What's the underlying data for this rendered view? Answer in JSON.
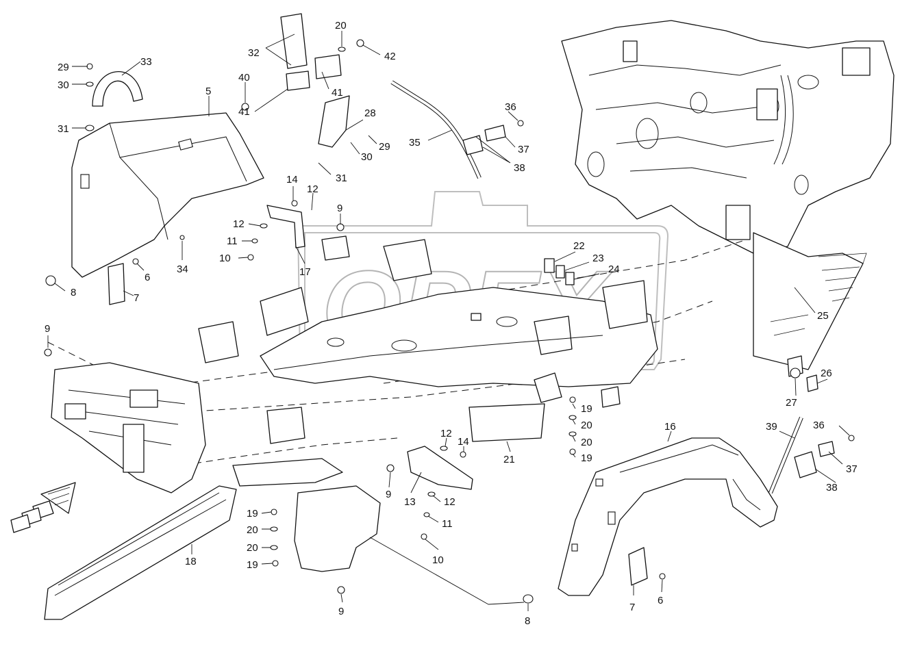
{
  "watermark": {
    "text": "OPEX"
  },
  "callouts": [
    {
      "id": "c1",
      "text": "29"
    },
    {
      "id": "c2",
      "text": "30"
    },
    {
      "id": "c3",
      "text": "31"
    },
    {
      "id": "c4",
      "text": "33"
    },
    {
      "id": "c5",
      "text": "5"
    },
    {
      "id": "c6",
      "text": "34"
    },
    {
      "id": "c7",
      "text": "6"
    },
    {
      "id": "c8",
      "text": "7"
    },
    {
      "id": "c9",
      "text": "8"
    },
    {
      "id": "c10",
      "text": "32"
    },
    {
      "id": "c11",
      "text": "20"
    },
    {
      "id": "c12",
      "text": "42"
    },
    {
      "id": "c13",
      "text": "40"
    },
    {
      "id": "c14",
      "text": "41"
    },
    {
      "id": "c15",
      "text": "41"
    },
    {
      "id": "c16",
      "text": "28"
    },
    {
      "id": "c17",
      "text": "29"
    },
    {
      "id": "c18",
      "text": "30"
    },
    {
      "id": "c19",
      "text": "31"
    },
    {
      "id": "c20",
      "text": "35"
    },
    {
      "id": "c21",
      "text": "36"
    },
    {
      "id": "c22",
      "text": "37"
    },
    {
      "id": "c23",
      "text": "38"
    },
    {
      "id": "c24",
      "text": "14"
    },
    {
      "id": "c25",
      "text": "12"
    },
    {
      "id": "c26",
      "text": "9"
    },
    {
      "id": "c27",
      "text": "12"
    },
    {
      "id": "c28",
      "text": "11"
    },
    {
      "id": "c29",
      "text": "10"
    },
    {
      "id": "c30",
      "text": "17"
    },
    {
      "id": "c31",
      "text": "22"
    },
    {
      "id": "c32",
      "text": "23"
    },
    {
      "id": "c33",
      "text": "24"
    },
    {
      "id": "c34",
      "text": "25"
    },
    {
      "id": "c35",
      "text": "26"
    },
    {
      "id": "c36",
      "text": "27"
    },
    {
      "id": "c37",
      "text": "9"
    },
    {
      "id": "c38",
      "text": "19"
    },
    {
      "id": "c39",
      "text": "20"
    },
    {
      "id": "c40",
      "text": "20"
    },
    {
      "id": "c41",
      "text": "19"
    },
    {
      "id": "c42",
      "text": "21"
    },
    {
      "id": "c43",
      "text": "12"
    },
    {
      "id": "c44",
      "text": "14"
    },
    {
      "id": "c45",
      "text": "9"
    },
    {
      "id": "c46",
      "text": "13"
    },
    {
      "id": "c47",
      "text": "12"
    },
    {
      "id": "c48",
      "text": "11"
    },
    {
      "id": "c49",
      "text": "10"
    },
    {
      "id": "c50",
      "text": "16"
    },
    {
      "id": "c51",
      "text": "39"
    },
    {
      "id": "c52",
      "text": "36"
    },
    {
      "id": "c53",
      "text": "37"
    },
    {
      "id": "c54",
      "text": "38"
    },
    {
      "id": "c55",
      "text": "19"
    },
    {
      "id": "c56",
      "text": "20"
    },
    {
      "id": "c57",
      "text": "20"
    },
    {
      "id": "c58",
      "text": "19"
    },
    {
      "id": "c59",
      "text": "18"
    },
    {
      "id": "c60",
      "text": "9"
    },
    {
      "id": "c61",
      "text": "8"
    },
    {
      "id": "c62",
      "text": "7"
    },
    {
      "id": "c63",
      "text": "6"
    }
  ]
}
